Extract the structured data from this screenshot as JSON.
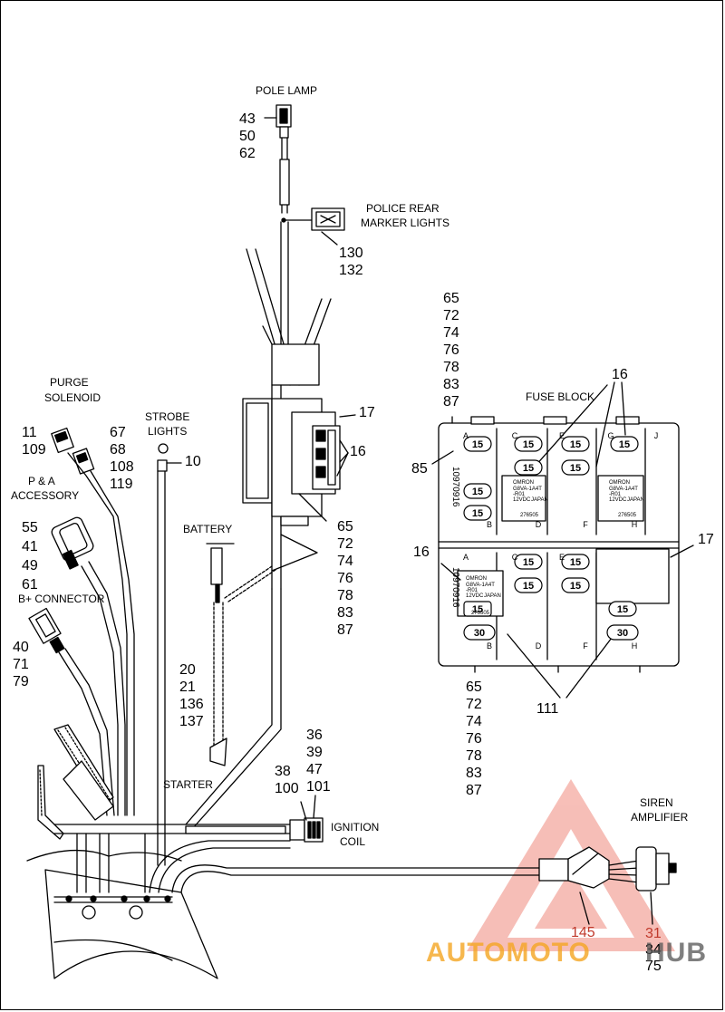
{
  "labels": {
    "pole_lamp": "POLE LAMP",
    "police_rear_line1": "POLICE REAR",
    "police_rear_line2": "MARKER LIGHTS",
    "purge_line1": "PURGE",
    "purge_line2": "SOLENOID",
    "strobe_line1": "STROBE",
    "strobe_line2": "LIGHTS",
    "pa_line1": "P & A",
    "pa_line2": "ACCESSORY",
    "b_plus": "B+ CONNECTOR",
    "battery": "BATTERY",
    "starter": "STARTER",
    "ignition_line1": "IGNITION",
    "ignition_line2": "COIL",
    "fuse_block": "FUSE BLOCK",
    "siren_line1": "SIREN",
    "siren_line2": "AMPLIFIER"
  },
  "refs": {
    "pole_lamp": [
      "43",
      "50",
      "62"
    ],
    "police_rear": [
      "130",
      "132"
    ],
    "fuse_top": [
      "65",
      "72",
      "74",
      "76",
      "78",
      "83",
      "87"
    ],
    "fuse_top_right": "16",
    "ref_17_upper": "17",
    "ref_16_upper": "16",
    "ref_85": "85",
    "purge_a": [
      "11",
      "109"
    ],
    "purge_b": [
      "67",
      "68",
      "108",
      "119"
    ],
    "strobe": "10",
    "pa": [
      "55",
      "41",
      "49",
      "61"
    ],
    "center_stack": [
      "65",
      "72",
      "74",
      "76",
      "78",
      "83",
      "87"
    ],
    "ref_16_fuse_left": "16",
    "ref_17_fuse_right": "17",
    "b_plus": [
      "40",
      "71",
      "79"
    ],
    "battery_cable": [
      "20",
      "21",
      "136",
      "137"
    ],
    "ignition_top": [
      "36",
      "39",
      "47",
      "101"
    ],
    "ignition_left": [
      "38",
      "100"
    ],
    "fuse_bottom": [
      "65",
      "72",
      "74",
      "76",
      "78",
      "83",
      "87"
    ],
    "ref_111": "111",
    "ref_145": "145",
    "siren": [
      "31",
      "34",
      "75"
    ]
  },
  "fuse_block": {
    "fuse_values": [
      "15",
      "15",
      "15",
      "15",
      "15",
      "15",
      "15",
      "15",
      "15",
      "15",
      "15",
      "15",
      "15",
      "15"
    ],
    "maxi_values": [
      "30",
      "30"
    ],
    "side_code_upper": "10970916",
    "side_code_lower": "10970916",
    "relay_brand": "OMRON",
    "relay_model_1": "G8VA-1A4T",
    "relay_model_2": "-R01",
    "relay_voltage": "12VDC",
    "relay_origin": "JAPAN",
    "relay_part": "276505",
    "column_letters": [
      "A",
      "C",
      "E",
      "G",
      "J"
    ],
    "row_letters": [
      "B",
      "D",
      "F",
      "H"
    ]
  },
  "watermark": {
    "text_left": "AUTOMOTO",
    "text_right": "HUB",
    "color_primary": "#e8432e",
    "color_secondary": "#f5a623",
    "color_dark": "#555555"
  }
}
